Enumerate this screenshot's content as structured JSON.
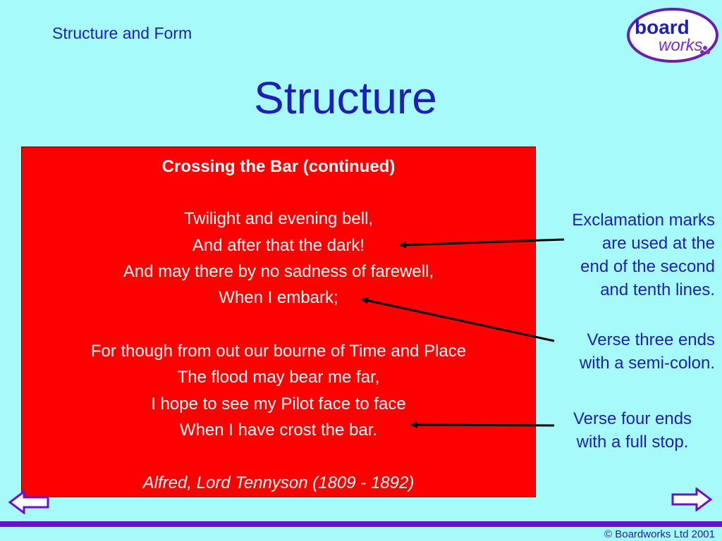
{
  "header": {
    "topic": "Structure and Form",
    "title": "Structure"
  },
  "logo": {
    "text_top": "board",
    "text_bottom": "works",
    "icon": "boardworks-logo"
  },
  "poem": {
    "title": "Crossing the Bar (continued)",
    "verse3": [
      "Twilight and evening bell,",
      "And after that the dark!",
      "And may there by no sadness of farewell,",
      "When I embark;"
    ],
    "verse4": [
      "For though from out our bourne of Time and Place",
      "The flood may bear me far,",
      "I hope to see my Pilot face to face",
      "When I have crost the bar."
    ],
    "author": "Alfred, Lord Tennyson (1809 - 1892)"
  },
  "notes": {
    "exclamation": [
      "Exclamation marks",
      "are used at the",
      "end of the second",
      "and tenth lines."
    ],
    "semicolon": [
      "Verse three ends",
      "with a semi-colon."
    ],
    "fullstop": [
      "Verse four ends",
      "with a full stop."
    ]
  },
  "navigation": {
    "back_icon": "arrow-left-icon",
    "forward_icon": "arrow-right-icon"
  },
  "footer": {
    "copyright": "© Boardworks Ltd 2001"
  },
  "colors": {
    "background": "#a6fafa",
    "text_blue": "#1d1fb8",
    "poem_box": "#ff0000",
    "footer_bar": "#6a0fd4"
  }
}
